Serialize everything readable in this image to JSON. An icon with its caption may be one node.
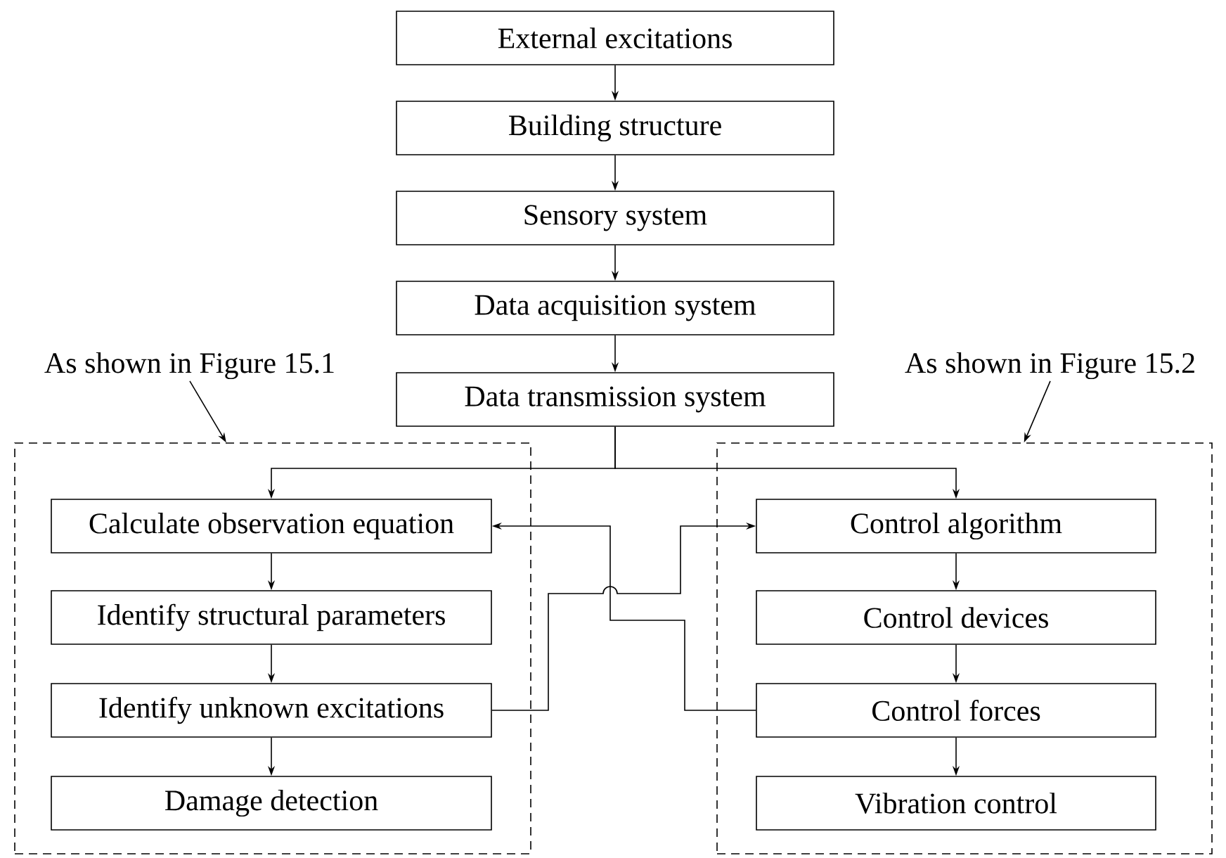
{
  "diagram": {
    "nodes": [
      {
        "text": [
          "External excitations"
        ]
      },
      {
        "text": [
          "Building structure"
        ]
      },
      {
        "text": [
          "Sensory system"
        ]
      },
      {
        "text": [
          "Data acquisition system"
        ]
      },
      {
        "text": [
          "Data transmission system"
        ]
      },
      {
        "text": [
          "As shown in Figure 15.1"
        ]
      },
      {
        "text": [],
        "shape": "box"
      },
      {
        "text": [
          "Calculate observation equation"
        ],
        "in": 6
      },
      {
        "text": [
          "Identify structural parameters"
        ],
        "in": 6
      },
      {
        "text": [
          "Identify unknown excitations"
        ],
        "in": 6
      },
      {
        "text": [
          "Damage detection"
        ],
        "in": 6
      },
      {
        "text": [
          "As shown in Figure 15.2"
        ]
      },
      {
        "text": [],
        "shape": "box"
      },
      {
        "text": [
          "Control algorithm"
        ],
        "in": 12
      },
      {
        "text": [
          "Control devices"
        ],
        "in": 12
      },
      {
        "text": [
          "Control forces"
        ],
        "in": 12
      },
      {
        "text": [
          "Vibration control"
        ],
        "in": 12
      }
    ],
    "edges": [
      {
        "from": 0,
        "to": 1,
        "arrow": "to"
      },
      {
        "from": 1,
        "to": 2,
        "arrow": "to"
      },
      {
        "from": 2,
        "to": 3,
        "arrow": "to"
      },
      {
        "from": 3,
        "to": 4,
        "arrow": "to"
      },
      {
        "from": 4,
        "to": 7,
        "arrow": "to"
      },
      {
        "from": 4,
        "to": 13,
        "arrow": "to"
      },
      {
        "from": 7,
        "to": 8,
        "arrow": "to"
      },
      {
        "from": 8,
        "to": 9,
        "arrow": "to"
      },
      {
        "from": 9,
        "to": 10,
        "arrow": "to"
      },
      {
        "from": 13,
        "to": 14,
        "arrow": "to"
      },
      {
        "from": 14,
        "to": 15,
        "arrow": "to"
      },
      {
        "from": 15,
        "to": 16,
        "arrow": "to"
      },
      {
        "from": 9,
        "to": 13,
        "arrow": "to"
      },
      {
        "from": 15,
        "to": 7,
        "arrow": "to"
      },
      {
        "from": 5,
        "to": 6,
        "arrow": "to"
      },
      {
        "from": 11,
        "to": 12,
        "arrow": "to"
      }
    ]
  }
}
